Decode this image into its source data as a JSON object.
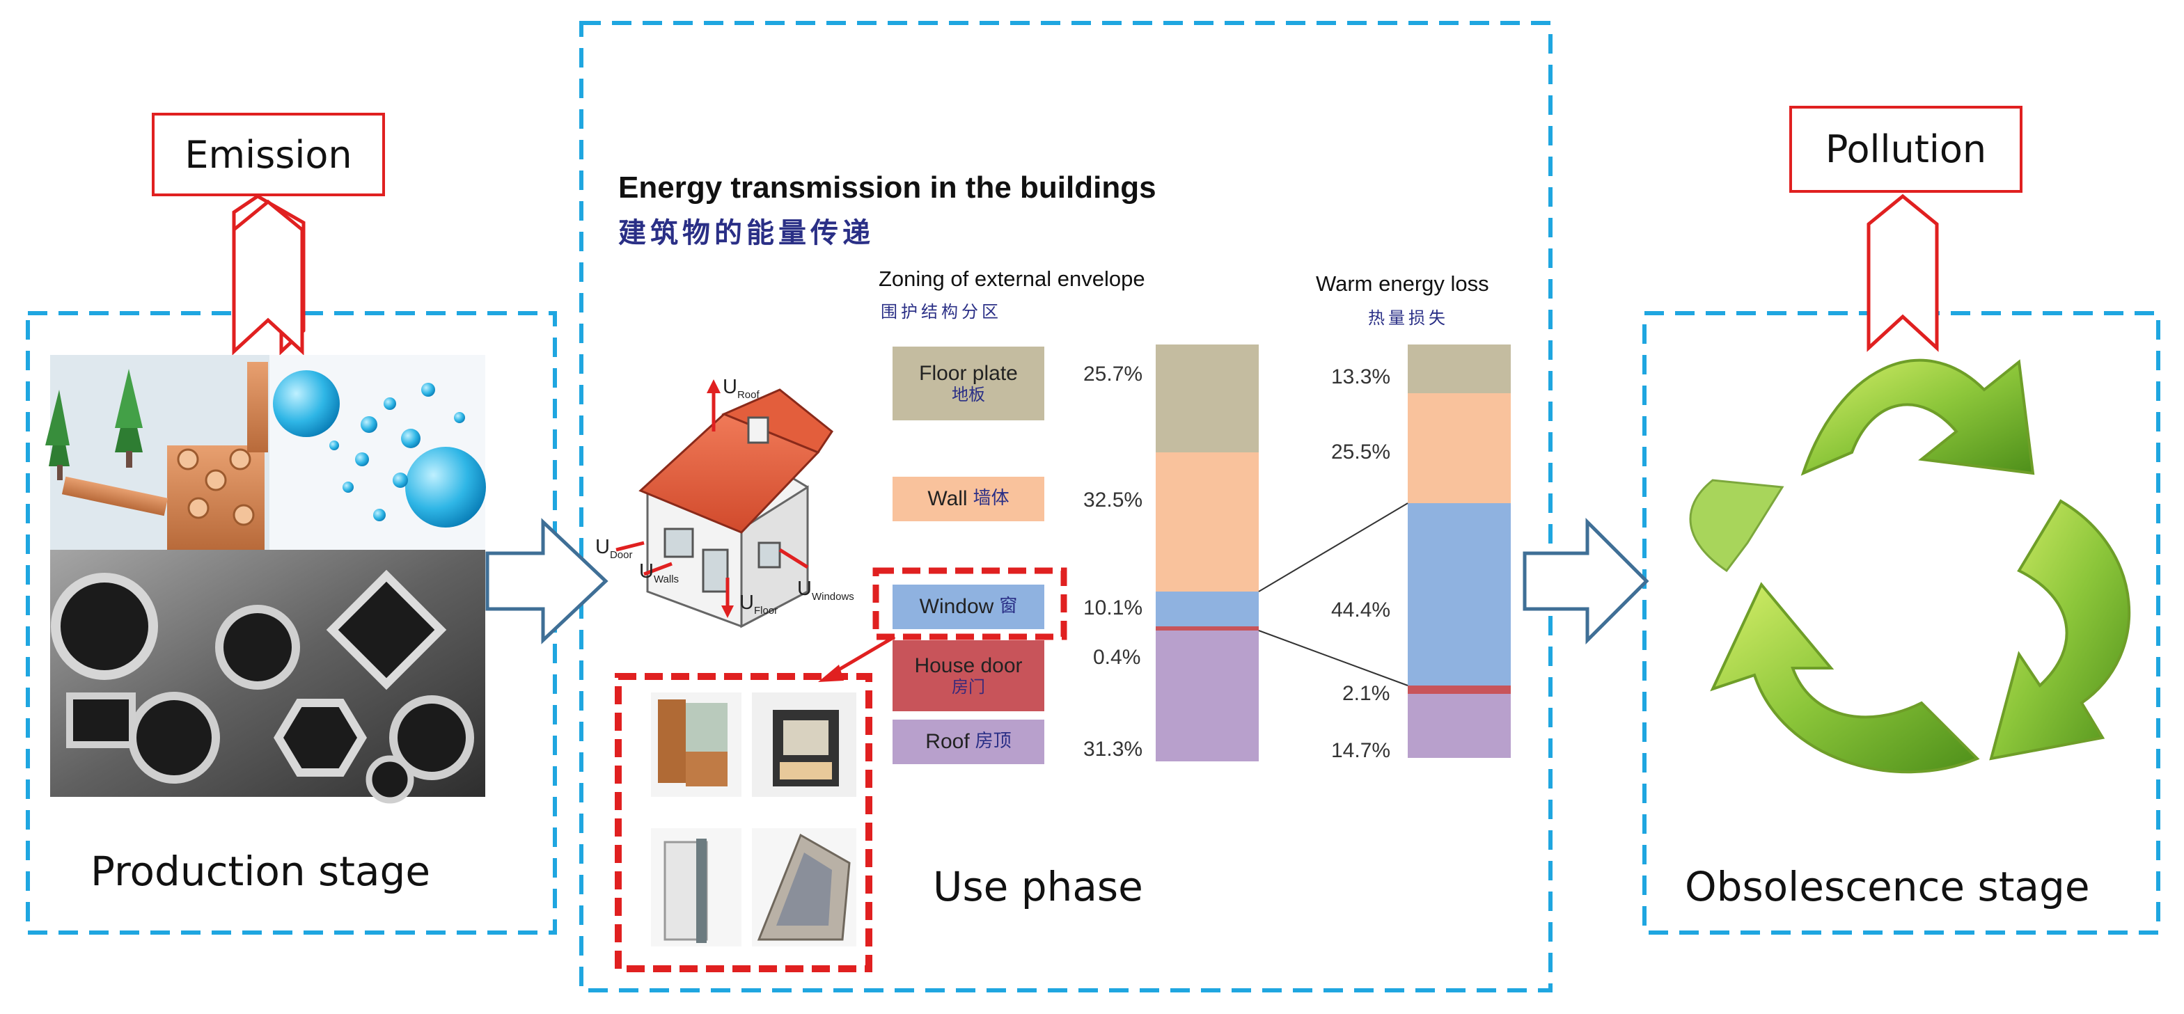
{
  "stages": {
    "production": {
      "label": "Production stage",
      "top_label": "Emission"
    },
    "use": {
      "label": "Use phase"
    },
    "obsolescence": {
      "label": "Obsolescence stage",
      "top_label": "Pollution"
    }
  },
  "energy_panel": {
    "title_en": "Energy transmission in the buildings",
    "title_cn": "建筑物的能量传递",
    "zoning_heading": "Zoning of external envelope",
    "zoning_heading_cn": "围护结构分区",
    "loss_heading": "Warm energy loss",
    "loss_heading_cn": "热量损失",
    "house_labels": {
      "roof": "U",
      "roof_sub": "Roof",
      "door": "U",
      "door_sub": "Door",
      "walls": "U",
      "walls_sub": "Walls",
      "floor": "U",
      "floor_sub": "Floor",
      "windows": "U",
      "windows_sub": "Windows"
    },
    "zones": [
      {
        "key": "floor",
        "label": "Floor plate",
        "label_cn": "地板",
        "color": "#c4bca0",
        "area_pct": "25.7%",
        "loss_pct": "13.3%"
      },
      {
        "key": "wall",
        "label": "Wall",
        "label_cn": "墙体",
        "color": "#f9c29c",
        "area_pct": "32.5%",
        "loss_pct": "25.5%"
      },
      {
        "key": "window",
        "label": "Window",
        "label_cn": "窗",
        "color": "#8fb2e0",
        "area_pct": "10.1%",
        "loss_pct": "44.4%"
      },
      {
        "key": "door",
        "label": "House door",
        "label_cn": "房门",
        "color": "#c8545a",
        "area_pct": "0.4%",
        "loss_pct": "2.1%"
      },
      {
        "key": "roof",
        "label": "Roof",
        "label_cn": "房顶",
        "color": "#b8a0cc",
        "area_pct": "31.3%",
        "loss_pct": "14.7%"
      }
    ]
  },
  "colors": {
    "dashed_border": "#1fa6e0",
    "highlight_red": "#e02020",
    "arrow_blue": "#3f6f96",
    "recycle_green": "#7ab830"
  }
}
